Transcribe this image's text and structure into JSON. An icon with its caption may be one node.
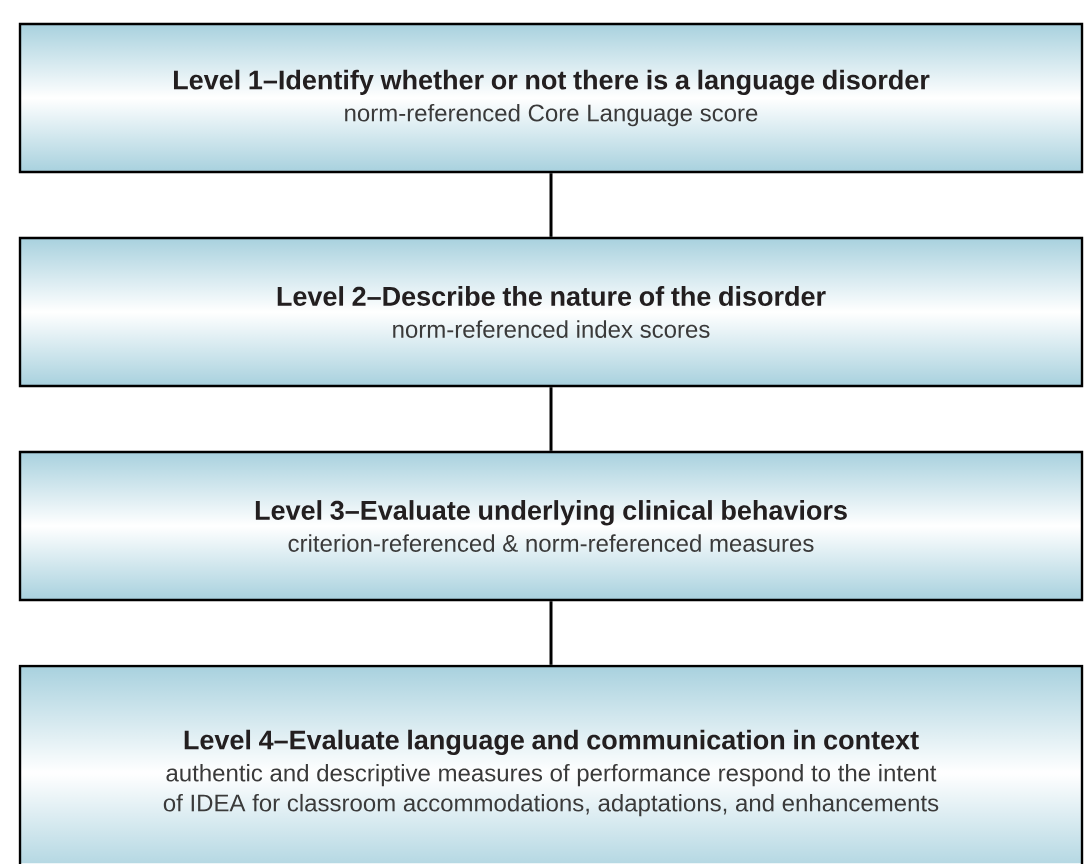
{
  "diagram": {
    "nodes": [
      {
        "text": [
          "Level 1–Identify whether or not there is a language disorder",
          "norm-referenced Core Language score"
        ]
      },
      {
        "text": [
          "Level 2–Describe the nature of the disorder",
          "norm-referenced index scores"
        ]
      },
      {
        "text": [
          "Level 3–Evaluate underlying clinical behaviors",
          "criterion-referenced & norm-referenced measures"
        ]
      },
      {
        "text": [
          "Level 4–Evaluate language and communication in context",
          "authentic and descriptive measures of performance respond to the intent of IDEA for classroom accommodations, adaptations, and enhancements"
        ]
      }
    ],
    "edges": [
      {
        "from": 0,
        "to": 1,
        "arrow": "none"
      },
      {
        "from": 1,
        "to": 2,
        "arrow": "none"
      },
      {
        "from": 2,
        "to": 3,
        "arrow": "none"
      }
    ]
  }
}
